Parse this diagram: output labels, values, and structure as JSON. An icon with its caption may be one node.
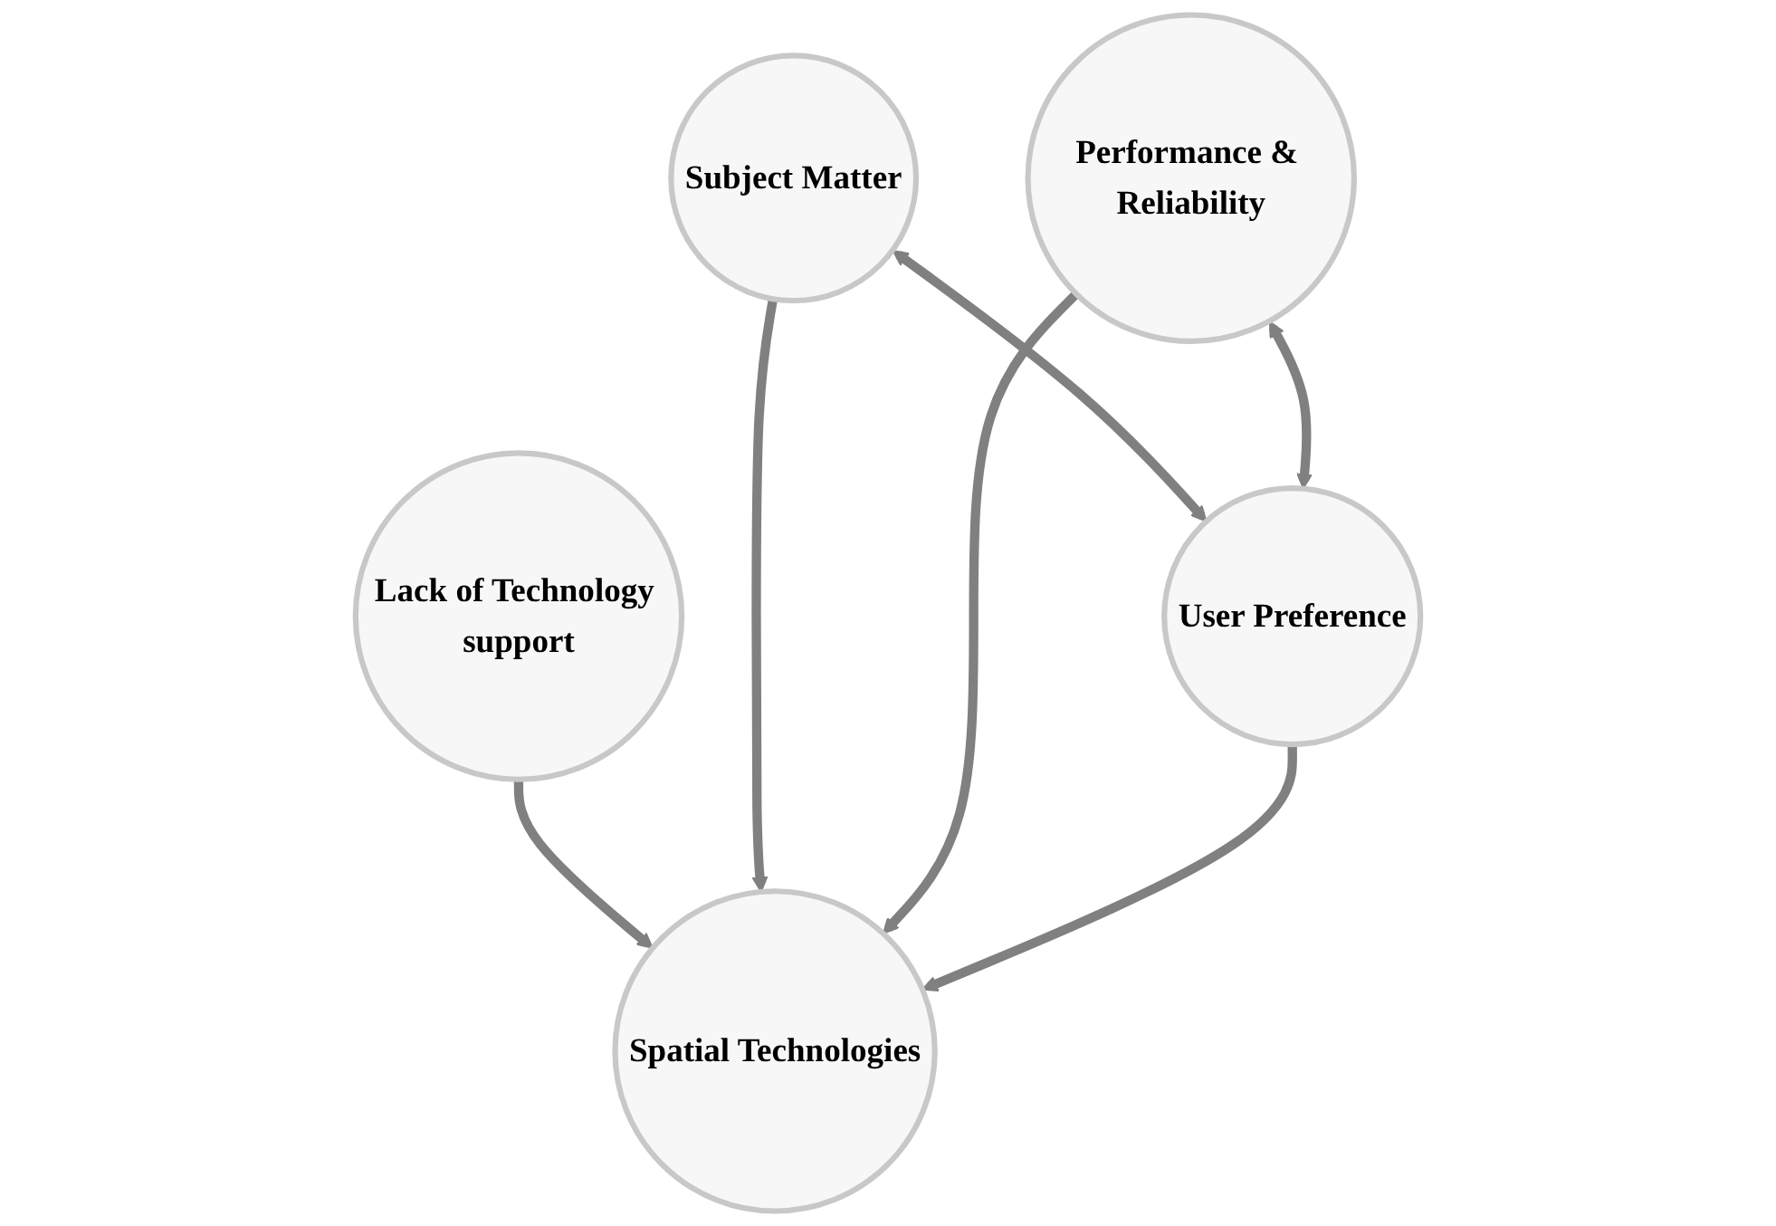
{
  "diagram": {
    "nodes": [
      {
        "text": [
          "Lack of Technology support"
        ]
      },
      {
        "text": [
          "Subject Matter"
        ]
      },
      {
        "text": [
          "Spatial Technologies"
        ]
      },
      {
        "text": [
          "Performance & Reliability"
        ]
      },
      {
        "text": [
          "User Preference"
        ]
      }
    ],
    "edges": [
      {
        "from": 0,
        "to": 2,
        "arrow": "to"
      },
      {
        "from": 1,
        "to": 2,
        "arrow": "to"
      },
      {
        "from": 3,
        "to": 2,
        "arrow": "to"
      },
      {
        "from": 4,
        "to": 2,
        "arrow": "to"
      },
      {
        "from": 1,
        "to": 4,
        "arrow": "both"
      },
      {
        "from": 3,
        "to": 4,
        "arrow": "both"
      }
    ]
  }
}
